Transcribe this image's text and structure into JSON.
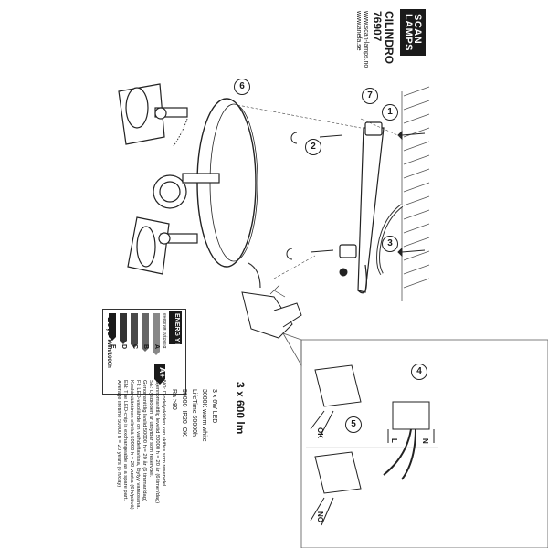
{
  "brand": {
    "line1": "SCAN",
    "line2": "LAMPS"
  },
  "product": {
    "name": "CILINDRO",
    "code": "76907"
  },
  "websites": [
    "www.scan-lamps.no",
    "www.anefa.se"
  ],
  "steps": [
    "1",
    "2",
    "3",
    "4",
    "5",
    "6",
    "7"
  ],
  "wiring": {
    "l_label": "L",
    "n_label": "N",
    "ok_label": "OK",
    "no_label": "NO"
  },
  "energy": {
    "header_line1": "ENERG",
    "header_line2": "Y IJA",
    "sub_labels": [
      "енергия",
      "ενέργεια"
    ],
    "classes": [
      "A++",
      "A+",
      "A",
      "B",
      "C",
      "D",
      "E"
    ],
    "rating": "A+",
    "consumption_value": "19,8",
    "consumption_unit": "kWh/1000h"
  },
  "specs": {
    "lumen": "3 x 600 lm",
    "power": "3 x 6W LED",
    "color": "3000K warm white",
    "lifetime": "LifeTime 50000h",
    "hours": "50000",
    "ip": "IP20",
    "ok": "OK",
    "ra": "Ra >80"
  },
  "notes": [
    "NO: Diodelyskilden kan skiftes som reservdel.",
    "Gjennomsnittlig levetid 50000 h = 20 år (6 timer/dag)",
    "SE: Lysdioden är utbytbar som reservdel.",
    "Genomsnittlig livslid 50000 h = 20 år (6 timmar/dag)",
    "FI: LED-valolähde on vaihdettavissa, löytyy varaosana.",
    "Keskimääräinen elinikä 50000 h = 20 vuotta (6 h/päivä)",
    "EN: The LED-chip is exchangeable as a spare part.",
    "Average lifetime 50000 h = 20 years (6 h/day)"
  ],
  "colors": {
    "ink": "#1a1a1a",
    "wall_hatch": "#555555",
    "light_gray": "#cccccc"
  }
}
